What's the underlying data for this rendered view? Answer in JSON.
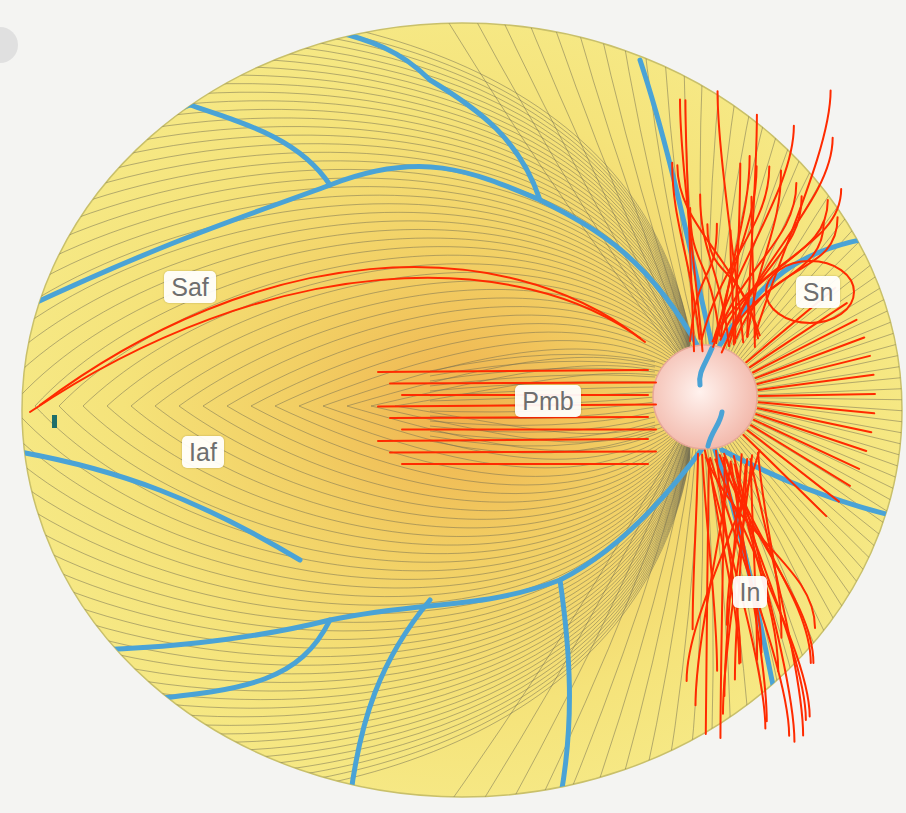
{
  "diagram": {
    "nodes": [
      {
        "text": [
          "Saf"
        ]
      },
      {
        "text": [
          "Sn"
        ]
      },
      {
        "text": [
          "Pmb"
        ]
      },
      {
        "text": [
          "Iaf"
        ]
      },
      {
        "text": [
          "In"
        ]
      }
    ]
  }
}
